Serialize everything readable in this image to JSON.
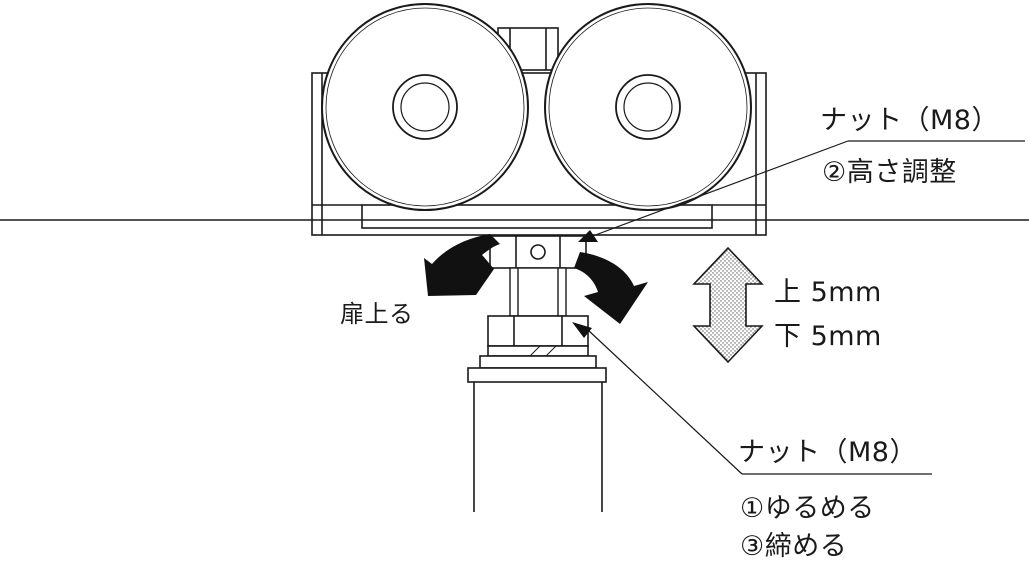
{
  "labels": {
    "top_nut_title": "ナット（M8）",
    "top_nut_step": "②高さ調整",
    "door_up": "扉上る",
    "adjust_up": "上 5mm",
    "adjust_down": "下 5mm",
    "bottom_nut_title": "ナット（M8）",
    "bottom_nut_step1": "①ゆるめる",
    "bottom_nut_step3": "③締める"
  }
}
